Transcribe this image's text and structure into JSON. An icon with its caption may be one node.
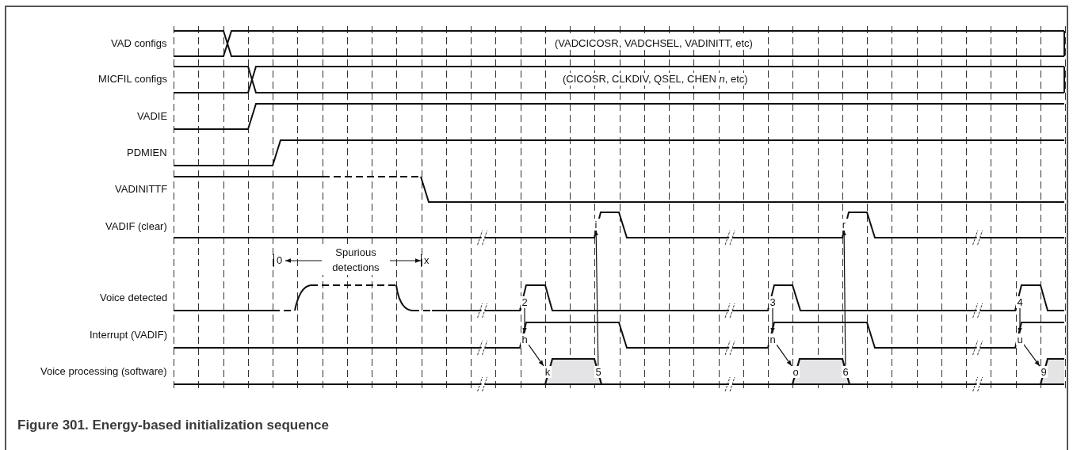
{
  "diagram": {
    "caption": "Figure 301. Energy-based initialization sequence",
    "nodes": [
      {
        "text": [
          "i"
        ]
      },
      {
        "text": [
          "r"
        ]
      },
      {
        "text": [
          "2"
        ]
      },
      {
        "text": [
          "3"
        ]
      },
      {
        "text": [
          "4"
        ]
      },
      {
        "text": [
          "h"
        ]
      },
      {
        "text": [
          "n"
        ]
      },
      {
        "text": [
          "u"
        ]
      },
      {
        "text": [
          "k"
        ]
      },
      {
        "text": [
          "5"
        ]
      },
      {
        "text": [
          "o"
        ]
      },
      {
        "text": [
          "6"
        ]
      },
      {
        "text": [
          "9"
        ]
      }
    ],
    "edges": [
      {
        "from": 2,
        "to": 5,
        "arrow": "to"
      },
      {
        "from": 5,
        "to": 8,
        "arrow": "to"
      },
      {
        "from": 9,
        "to": 0,
        "arrow": "to"
      },
      {
        "from": 3,
        "to": 6,
        "arrow": "to"
      },
      {
        "from": 6,
        "to": 10,
        "arrow": "to"
      },
      {
        "from": 11,
        "to": 1,
        "arrow": "to"
      },
      {
        "from": 4,
        "to": 7,
        "arrow": "to"
      },
      {
        "from": 7,
        "to": 12,
        "arrow": "to"
      }
    ],
    "labels": [
      "VAD configs",
      "(VADCICOSR, VADCHSEL, VADINITT, etc)",
      "MICFIL configs",
      "(CICOSR, CLKDIV, QSEL, CHEN *n*, etc)",
      "VADIE",
      "PDMIEN",
      "VADINITTF",
      "VADIF (clear)",
      "0",
      "Spurious detections",
      "x",
      "Voice detected",
      "Interrupt (VADIF)",
      "Voice processing (software)"
    ]
  }
}
